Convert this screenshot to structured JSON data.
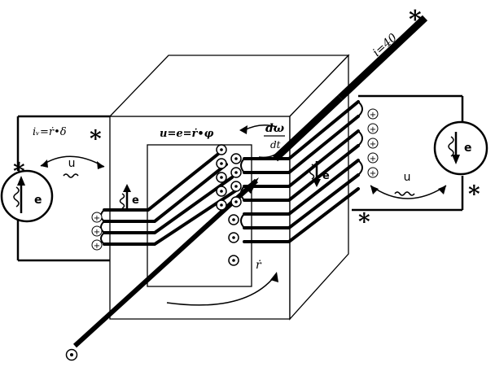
{
  "labels": {
    "current_top": "i=40",
    "left_formula": "iᵥ=ṙ•δ",
    "center_formula": "u=e=ṙ•φ",
    "deriv_num": "dω",
    "deriv_den": "dt",
    "omega_dot": "ṙ",
    "u_left": "u",
    "u_right": "u",
    "e_left_source": "e",
    "e_right_source": "e",
    "e_left_coil": "e",
    "e_right_coil": "e",
    "star": "*",
    "plus": "+",
    "wave": "~"
  }
}
